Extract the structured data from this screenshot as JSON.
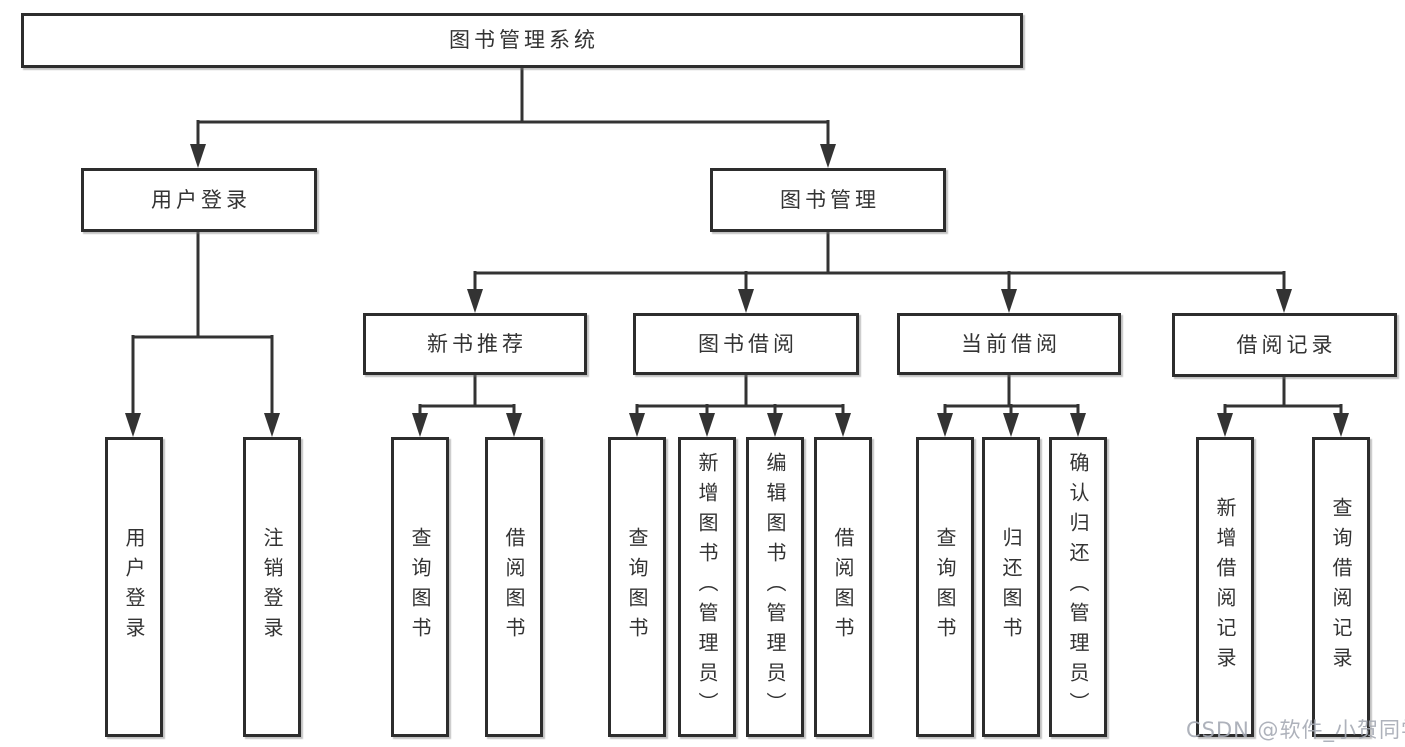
{
  "diagram": {
    "root_label": "图书管理系统",
    "level2": [
      {
        "id": "user-login",
        "label": "用户登录"
      },
      {
        "id": "book-management",
        "label": "图书管理"
      }
    ],
    "level3": [
      {
        "id": "new-book-recommend",
        "label": "新书推荐"
      },
      {
        "id": "book-borrow",
        "label": "图书借阅"
      },
      {
        "id": "current-borrow",
        "label": "当前借阅"
      },
      {
        "id": "borrow-record",
        "label": "借阅记录"
      }
    ],
    "leaves": {
      "user_login": [
        "用户登录",
        "注销登录"
      ],
      "new_book_recommend": [
        "查询图书",
        "借阅图书"
      ],
      "book_borrow": [
        "查询图书",
        "新增图书（管理员）",
        "编辑图书（管理员）",
        "借阅图书"
      ],
      "current_borrow": [
        "查询图书",
        "归还图书",
        "确认归还（管理员）"
      ],
      "borrow_record": [
        "新增借阅记录",
        "查询借阅记录"
      ]
    }
  },
  "watermark": {
    "text": "CSDN @软件_小贺同学"
  },
  "colors": {
    "line": "#333333",
    "box_border": "#2d2d2d",
    "text": "#333333",
    "watermark": "#a5aab4",
    "background": "#ffffff"
  }
}
